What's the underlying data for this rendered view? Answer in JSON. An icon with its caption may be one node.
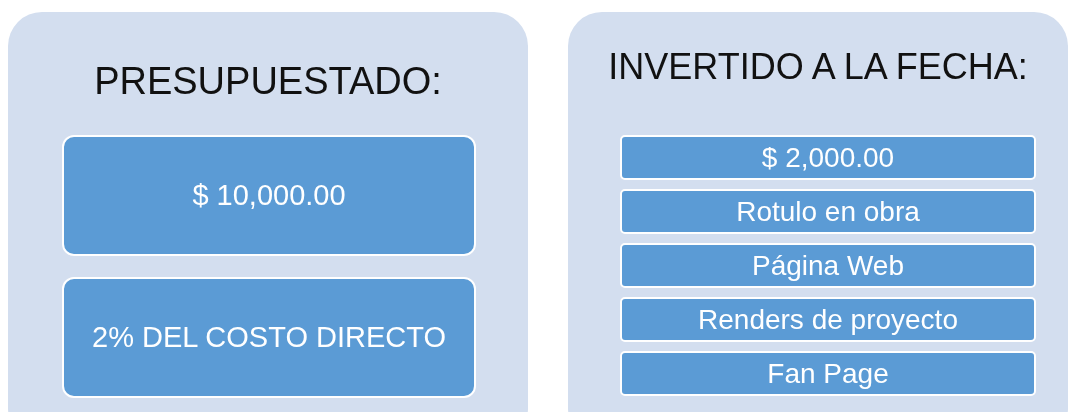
{
  "diagram": {
    "nodes": [
      {
        "text": [
          "PRESUPUESTADO:"
        ]
      },
      {
        "text": [
          "$ 10,000.00"
        ],
        "in": 0
      },
      {
        "text": [
          "2% DEL COSTO DIRECTO"
        ],
        "in": 0
      },
      {
        "text": [
          "INVERTIDO A LA FECHA:"
        ]
      },
      {
        "text": [
          "$ 2,000.00"
        ],
        "in": 3
      },
      {
        "text": [
          "Rotulo en obra"
        ],
        "in": 3
      },
      {
        "text": [
          "Página Web"
        ],
        "in": 3
      },
      {
        "text": [
          "Renders de proyecto"
        ],
        "in": 3
      },
      {
        "text": [
          "Fan Page"
        ],
        "in": 3
      }
    ]
  }
}
